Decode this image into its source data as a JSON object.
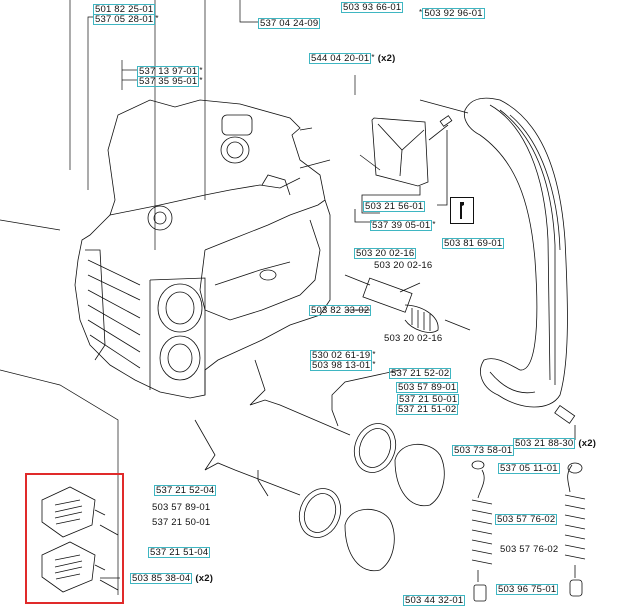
{
  "diagram": {
    "title": "Exploded parts diagram - crankcase / fuel tank, handle bar and filters",
    "highlight_color": "#e02a2a",
    "label_box_color": "#3fb6c2",
    "labels": [
      {
        "id": "501-82-25-01",
        "part": "501 82 25-01",
        "suffix": "",
        "qty": "",
        "boxed": true
      },
      {
        "id": "537-05-28-01",
        "part": "537 05 28-01",
        "suffix": "*",
        "qty": "",
        "boxed": true
      },
      {
        "id": "537-04-24-09",
        "part": "537 04 24-09",
        "suffix": "",
        "qty": "",
        "boxed": true
      },
      {
        "id": "503-93-66-01",
        "part": "503 93 66-01",
        "suffix": "",
        "qty": "",
        "boxed": true
      },
      {
        "id": "503-92-96-01",
        "part": "503 92 96-01",
        "suffix": "",
        "prefix": "*",
        "qty": "",
        "boxed": true
      },
      {
        "id": "537-13-97-01",
        "part": "537 13 97-01",
        "suffix": "*",
        "qty": "",
        "boxed": true
      },
      {
        "id": "537-35-95-01",
        "part": "537 35 95-01",
        "suffix": "*",
        "qty": "",
        "boxed": true
      },
      {
        "id": "544-04-20-01",
        "part": "544 04 20-01",
        "suffix": "*",
        "qty": "(x2)",
        "boxed": true
      },
      {
        "id": "503-21-56-01",
        "part": "503 21 56-01",
        "suffix": "",
        "qty": "",
        "boxed": true
      },
      {
        "id": "537-39-05-01",
        "part": "537 39 05-01",
        "suffix": "*",
        "qty": "",
        "boxed": true
      },
      {
        "id": "503-81-69-01",
        "part": "503 81 69-01",
        "suffix": "",
        "qty": "",
        "boxed": true
      },
      {
        "id": "503-20-02-16-a",
        "part": "503 20 02-16",
        "suffix": "",
        "qty": "",
        "boxed": true
      },
      {
        "id": "503-20-02-16-b",
        "part": "503 20 02-16",
        "suffix": "",
        "qty": "",
        "boxed": false
      },
      {
        "id": "503-82-33-02",
        "part": "503 82 33-02",
        "suffix": "",
        "qty": "",
        "boxed": true
      },
      {
        "id": "503-20-02-16-c",
        "part": "503 20 02-16",
        "suffix": "",
        "qty": "",
        "boxed": false
      },
      {
        "id": "530-02-61-19",
        "part": "530 02 61-19",
        "suffix": "*",
        "qty": "",
        "boxed": true
      },
      {
        "id": "503-98-13-01",
        "part": "503 98 13-01",
        "suffix": "*",
        "qty": "",
        "boxed": true
      },
      {
        "id": "537-21-52-02",
        "part": "537 21 52-02",
        "suffix": "",
        "qty": "",
        "boxed": true
      },
      {
        "id": "503-57-89-01-a",
        "part": "503 57 89-01",
        "suffix": "",
        "qty": "",
        "boxed": true
      },
      {
        "id": "537-21-50-01-a",
        "part": "537 21 50-01",
        "suffix": "",
        "qty": "",
        "boxed": true
      },
      {
        "id": "537-21-51-02",
        "part": "537 21 51-02",
        "suffix": "",
        "qty": "",
        "boxed": true
      },
      {
        "id": "503-21-88-30",
        "part": "503 21 88-30",
        "suffix": "",
        "qty": "(x2)",
        "boxed": true
      },
      {
        "id": "503-73-58-01",
        "part": "503 73 58-01",
        "suffix": "",
        "qty": "",
        "boxed": true
      },
      {
        "id": "537-05-11-01",
        "part": "537 05 11-01",
        "suffix": "",
        "qty": "",
        "boxed": true
      },
      {
        "id": "537-21-52-04",
        "part": "537 21 52-04",
        "suffix": "",
        "qty": "",
        "boxed": true
      },
      {
        "id": "503-57-89-01-b",
        "part": "503 57 89-01",
        "suffix": "",
        "qty": "",
        "boxed": false
      },
      {
        "id": "537-21-50-01-b",
        "part": "537 21 50-01",
        "suffix": "",
        "qty": "",
        "boxed": false
      },
      {
        "id": "537-21-51-04",
        "part": "537 21 51-04",
        "suffix": "",
        "qty": "",
        "boxed": true
      },
      {
        "id": "503-85-38-04",
        "part": "503 85 38-04",
        "suffix": "",
        "qty": "(x2)",
        "boxed": true
      },
      {
        "id": "503-57-76-02-a",
        "part": "503 57 76-02",
        "suffix": "",
        "qty": "",
        "boxed": true
      },
      {
        "id": "503-57-76-02-b",
        "part": "503 57 76-02",
        "suffix": "",
        "qty": "",
        "boxed": false
      },
      {
        "id": "503-96-75-01",
        "part": "503 96 75-01",
        "suffix": "",
        "qty": "",
        "boxed": true
      },
      {
        "id": "503-44-32-01",
        "part": "503 44 32-01",
        "suffix": "",
        "qty": "",
        "boxed": true
      }
    ],
    "icons": {
      "tool": "wrench-icon"
    }
  }
}
